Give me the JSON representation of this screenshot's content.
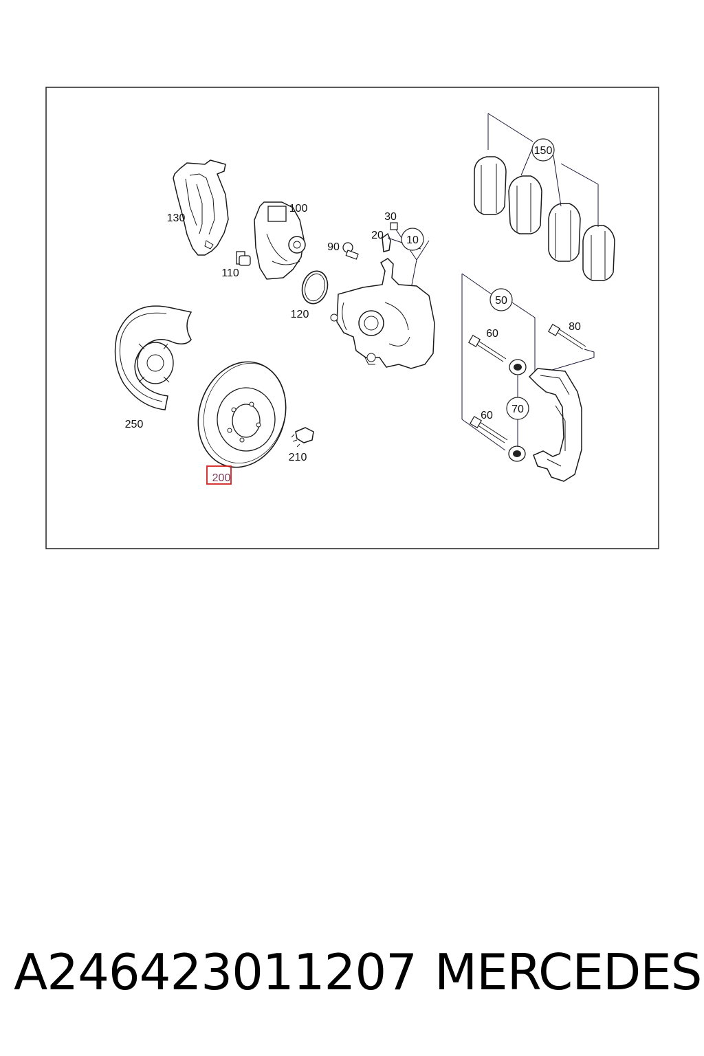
{
  "diagram": {
    "labels": {
      "p150": "150",
      "p100": "100",
      "p130": "130",
      "p30": "30",
      "p20": "20",
      "p10": "10",
      "p90": "90",
      "p110": "110",
      "p120": "120",
      "p50": "50",
      "p80": "80",
      "p60a": "60",
      "p250": "250",
      "p70": "70",
      "p60b": "60",
      "p210": "210",
      "p200": "200"
    },
    "highlight_color": "#d42020"
  },
  "footer": {
    "part_number": "A246423011207",
    "brand": "MERCEDES"
  }
}
